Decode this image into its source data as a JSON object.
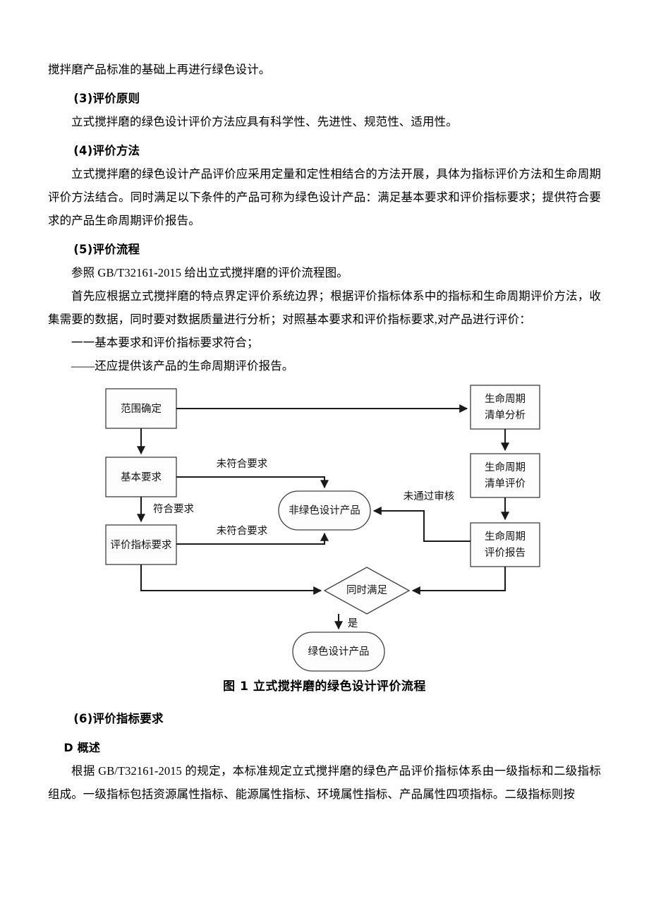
{
  "document": {
    "paragraphs_top": [
      {
        "id": "p1",
        "style": "flush",
        "text": "搅拌磨产品标准的基础上再进行绿色设计。"
      }
    ],
    "sections": [
      {
        "heading": "(3)评价原则",
        "paragraphs": [
          "立式搅拌磨的绿色设计评价方法应具有科学性、先进性、规范性、适用性。"
        ]
      },
      {
        "heading": "(4)评价方法",
        "paragraphs": [
          "立式搅拌磨的绿色设计产品评价应采用定量和定性相结合的方法开展，具体为指标评价方法和生命周期评价方法结合。同时满足以下条件的产品可称为绿色设计产品：满足基本要求和评价指标要求；提供符合要求的产品生命周期评价报告。"
        ]
      },
      {
        "heading": "(5)评价流程",
        "paragraphs": [
          "参照 GB/T32161-2015 给出立式搅拌磨的评价流程图。",
          "首先应根据立式搅拌磨的特点界定评价系统边界；根据评价指标体系中的指标和生命周期评价方法，收集需要的数据，同时要对数据质量进行分析；对照基本要求和评价指标要求,对产品进行评价：",
          "一一基本要求和评价指标要求符合；",
          "——还应提供该产品的生命周期评价报告。"
        ]
      }
    ],
    "figure": {
      "caption": "图 1 立式搅拌磨的绿色设计评价流程",
      "nodes": {
        "scope": "范围确定",
        "basic_req": "基本要求",
        "index_req": "评价指标要求",
        "lci": [
          "生命周期",
          "清单分析"
        ],
        "lcia": [
          "生命周期",
          "清单评价"
        ],
        "lca_report": [
          "生命周期",
          "评价报告"
        ],
        "non_green": "非绿色设计产品",
        "decision": "同时满足",
        "green": "绿色设计产品"
      },
      "edge_labels": {
        "basic_fail": "未符合要求",
        "basic_pass": "符合要求",
        "index_fail": "未符合要求",
        "review_fail": "未通过审核",
        "yes": "是"
      },
      "colors": {
        "stroke": "#3f3f3f",
        "arrow": "#1a1a1a",
        "fill": "#fdfdfd"
      }
    },
    "sections_bottom": [
      {
        "heading": "(6)评价指标要求",
        "subheading": "D 概述",
        "paragraphs": [
          "根据 GB/T32161-2015 的规定，本标准规定立式搅拌磨的绿色产品评价指标体系由一级指标和二级指标组成。一级指标包括资源属性指标、能源属性指标、环境属性指标、产品属性四项指标。二级指标则按"
        ]
      }
    ]
  }
}
